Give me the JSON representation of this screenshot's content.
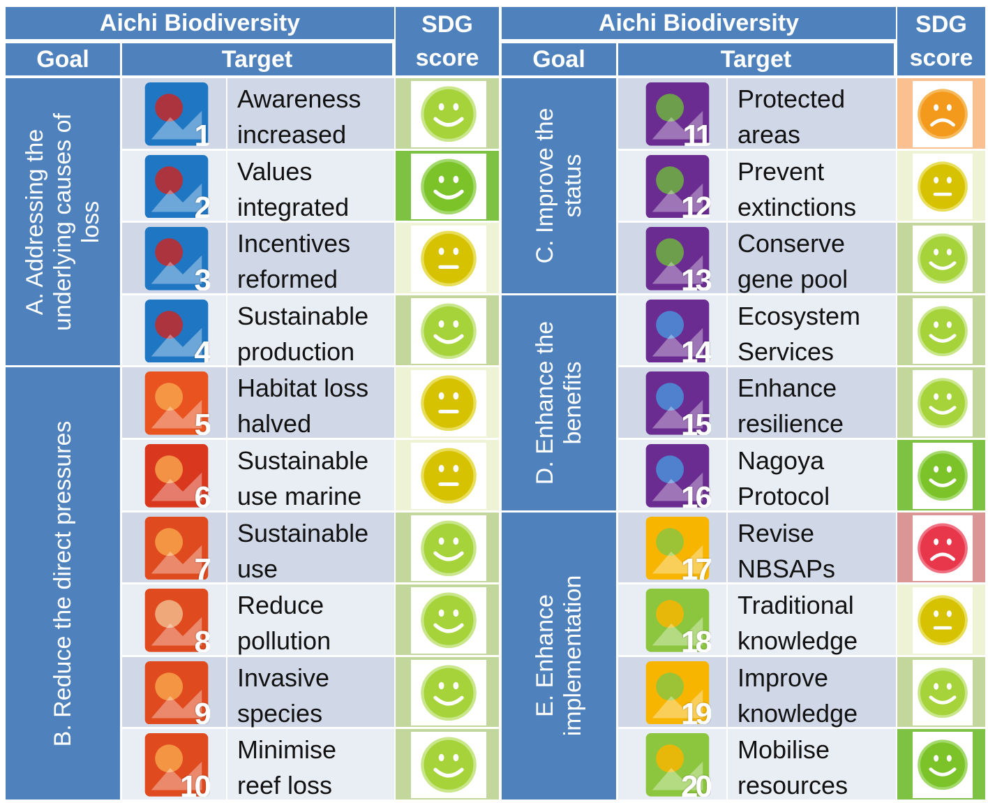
{
  "header": {
    "left_title": "Aichi Biodiversity",
    "right_title": "Aichi Biodiversity",
    "sdg_line1": "SDG",
    "sdg_line2": "score",
    "goal": "Goal",
    "target": "Target"
  },
  "goals": [
    {
      "id": "A",
      "lines": [
        "A. Addressing the",
        "underlying causes of",
        "loss"
      ]
    },
    {
      "id": "B",
      "lines": [
        "B. Reduce the direct pressures"
      ]
    },
    {
      "id": "C",
      "lines": [
        "C. Improve the",
        "status"
      ]
    },
    {
      "id": "D",
      "lines": [
        "D. Enhance the",
        "benefits"
      ]
    },
    {
      "id": "E",
      "lines": [
        "E. Enhance",
        "implementation"
      ]
    }
  ],
  "targets": [
    {
      "num": "1",
      "line1": "Awareness",
      "line2": "increased",
      "score": "green",
      "icon_bg": "#1f77c4",
      "icon_accent": "#c62828"
    },
    {
      "num": "2",
      "line1": "Values",
      "line2": "integrated",
      "score": "bright-green",
      "icon_bg": "#1f77c4",
      "icon_accent": "#c62828"
    },
    {
      "num": "3",
      "line1": "Incentives",
      "line2": "reformed",
      "score": "yellow",
      "icon_bg": "#1f77c4",
      "icon_accent": "#c62828"
    },
    {
      "num": "4",
      "line1": "Sustainable",
      "line2": "production",
      "score": "green",
      "icon_bg": "#1f77c4",
      "icon_accent": "#c62828"
    },
    {
      "num": "5",
      "line1": "Habitat loss",
      "line2": "halved",
      "score": "yellow",
      "icon_bg": "#e8531f",
      "icon_accent": "#f7a24b"
    },
    {
      "num": "6",
      "line1": "Sustainable",
      "line2": "use marine",
      "score": "yellow",
      "icon_bg": "#d9381e",
      "icon_accent": "#f7a24b"
    },
    {
      "num": "7",
      "line1": "Sustainable",
      "line2": "use",
      "score": "green",
      "icon_bg": "#e04a1f",
      "icon_accent": "#f7a24b"
    },
    {
      "num": "8",
      "line1": "Reduce",
      "line2": "pollution",
      "score": "green",
      "icon_bg": "#e04a1f",
      "icon_accent": "#f1b98a"
    },
    {
      "num": "9",
      "line1": "Invasive",
      "line2": "species",
      "score": "green",
      "icon_bg": "#e04a1f",
      "icon_accent": "#f7a24b"
    },
    {
      "num": "10",
      "line1": "Minimise",
      "line2": "reef loss",
      "score": "green",
      "icon_bg": "#e04a1f",
      "icon_accent": "#f7a24b"
    },
    {
      "num": "11",
      "line1": "Protected",
      "line2": "areas",
      "score": "orange",
      "icon_bg": "#6a2c91",
      "icon_accent": "#6cb33f"
    },
    {
      "num": "12",
      "line1": "Prevent",
      "line2": "extinctions",
      "score": "yellow",
      "icon_bg": "#6a2c91",
      "icon_accent": "#6cb33f"
    },
    {
      "num": "13",
      "line1": "Conserve",
      "line2": "gene pool",
      "score": "green",
      "icon_bg": "#6a2c91",
      "icon_accent": "#6cb33f"
    },
    {
      "num": "14",
      "line1": "Ecosystem",
      "line2": "Services",
      "score": "green",
      "icon_bg": "#6a2c91",
      "icon_accent": "#4a90d9"
    },
    {
      "num": "15",
      "line1": "Enhance",
      "line2": "resilience",
      "score": "green",
      "icon_bg": "#6a2c91",
      "icon_accent": "#4a90d9"
    },
    {
      "num": "16",
      "line1": "Nagoya",
      "line2": "Protocol",
      "score": "bright-green",
      "icon_bg": "#6a2c91",
      "icon_accent": "#4a90d9"
    },
    {
      "num": "17",
      "line1": "Revise",
      "line2": "NBSAPs",
      "score": "red",
      "icon_bg": "#f7b500",
      "icon_accent": "#8cc63f"
    },
    {
      "num": "18",
      "line1": "Traditional",
      "line2": "knowledge",
      "score": "yellow",
      "icon_bg": "#8cc63f",
      "icon_accent": "#f7b500"
    },
    {
      "num": "19",
      "line1": "Improve",
      "line2": "knowledge",
      "score": "green",
      "icon_bg": "#f7b500",
      "icon_accent": "#8cc63f"
    },
    {
      "num": "20",
      "line1": "Mobilise",
      "line2": "resources",
      "score": "bright-green",
      "icon_bg": "#8cc63f",
      "icon_accent": "#f7b500"
    }
  ],
  "score_styles": {
    "green": {
      "face": "#a6d33a",
      "rim": "#c9e68a",
      "side": "#c3d69b",
      "box": "#ffffff",
      "mouth": "smile",
      "icon": "smiley-happy-icon"
    },
    "bright-green": {
      "face": "#7cc32a",
      "rim": "#a3d96a",
      "side": "#7dc242",
      "box": "#ffffff",
      "mouth": "smile",
      "icon": "smiley-happy-icon"
    },
    "yellow": {
      "face": "#d6c200",
      "rim": "#e8de5a",
      "side": "#eef3d6",
      "box": "#ffffff",
      "mouth": "flat",
      "icon": "smiley-neutral-icon"
    },
    "orange": {
      "face": "#f39a1c",
      "rim": "#f6b859",
      "side": "#fac090",
      "box": "#ffffff",
      "mouth": "frown",
      "icon": "smiley-sad-icon"
    },
    "red": {
      "face": "#e8364a",
      "rim": "#ef7080",
      "side": "#d99694",
      "box": "#ffffff",
      "mouth": "frown",
      "icon": "smiley-sad-icon"
    }
  }
}
